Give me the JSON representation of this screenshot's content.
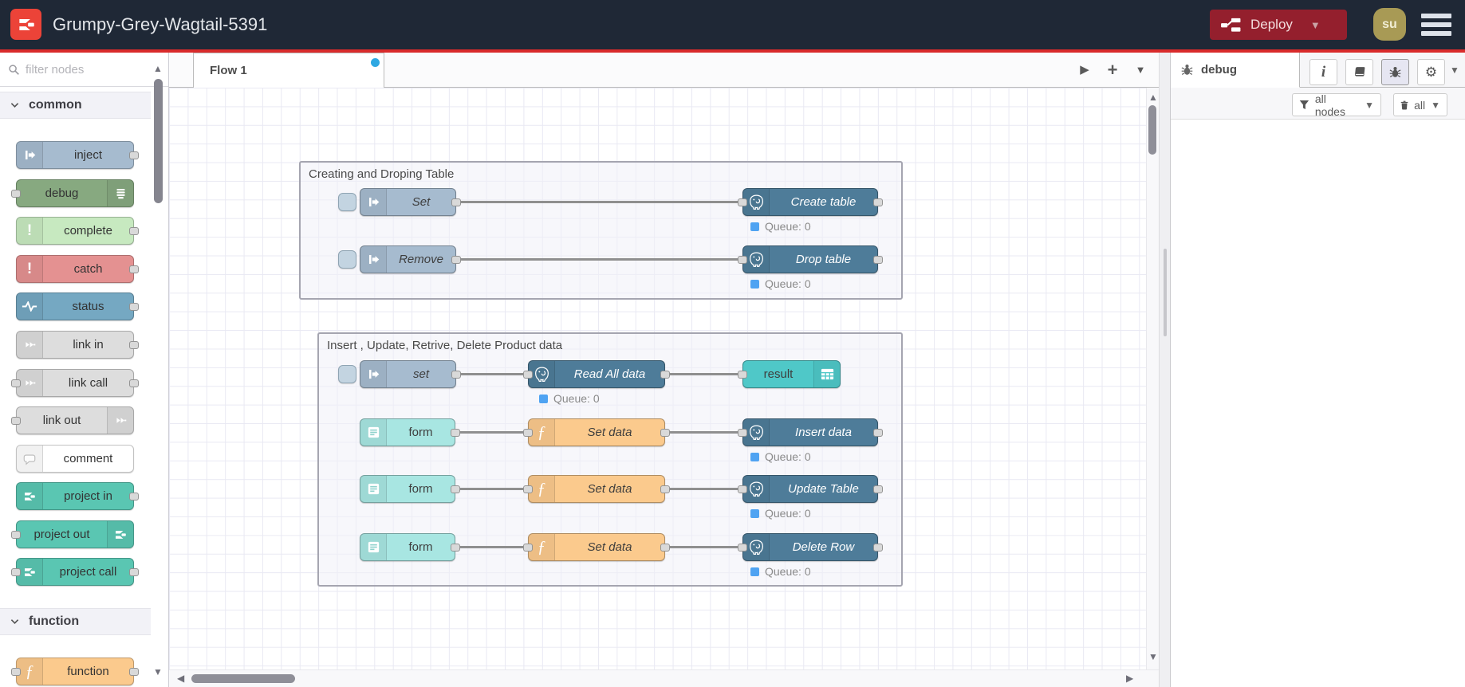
{
  "colors": {
    "header_bg": "#1f2836",
    "accent_red": "#d92b2b",
    "logo_red": "#ec4338",
    "deploy_bg": "#941f2d",
    "avatar_bg": "#a89a55",
    "flow_dot_blue": "#2ea8e2",
    "status_dot_blue": "#4fa3f2",
    "inject": "#a6bbcf",
    "debug": "#87a980",
    "complete": "#c7e9c0",
    "catch": "#e49191",
    "status": "#75a8c2",
    "link": "#dddddd",
    "comment": "#ffffff",
    "project": "#5ac6b2",
    "function": "#fbca8d",
    "postgresql": "#4e7c99",
    "result": "#4fc8c8",
    "form": "#a8e6e2"
  },
  "header": {
    "title": "Grumpy-Grey-Wagtail-5391",
    "deploy": "Deploy",
    "avatar": "su"
  },
  "toolbar": {
    "flow_tab": "Flow 1"
  },
  "palette": {
    "filter_placeholder": "filter nodes",
    "sections": [
      {
        "label": "common"
      },
      {
        "label": "function"
      }
    ],
    "items": [
      {
        "label": "inject"
      },
      {
        "label": "debug"
      },
      {
        "label": "complete"
      },
      {
        "label": "catch"
      },
      {
        "label": "status"
      },
      {
        "label": "link in"
      },
      {
        "label": "link call"
      },
      {
        "label": "link out"
      },
      {
        "label": "comment"
      },
      {
        "label": "project in"
      },
      {
        "label": "project out"
      },
      {
        "label": "project call"
      },
      {
        "label": "function"
      }
    ]
  },
  "canvas": {
    "groups": [
      {
        "title": "Creating and Droping Table"
      },
      {
        "title": "Insert , Update, Retrive, Delete Product data"
      }
    ],
    "nodes": [
      {
        "label": "Set"
      },
      {
        "label": "Create table",
        "status": "Queue: 0"
      },
      {
        "label": "Remove"
      },
      {
        "label": "Drop table",
        "status": "Queue: 0"
      },
      {
        "label": "set"
      },
      {
        "label": "Read All data",
        "status": "Queue: 0"
      },
      {
        "label": "result"
      },
      {
        "label": "form"
      },
      {
        "label": "Set data"
      },
      {
        "label": "Insert data",
        "status": "Queue: 0"
      },
      {
        "label": "form"
      },
      {
        "label": "Set data"
      },
      {
        "label": "Update Table",
        "status": "Queue: 0"
      },
      {
        "label": "form"
      },
      {
        "label": "Set data"
      },
      {
        "label": "Delete Row",
        "status": "Queue: 0"
      }
    ]
  },
  "sidebar": {
    "tab": "debug",
    "filter": "all nodes",
    "clear": "all"
  }
}
